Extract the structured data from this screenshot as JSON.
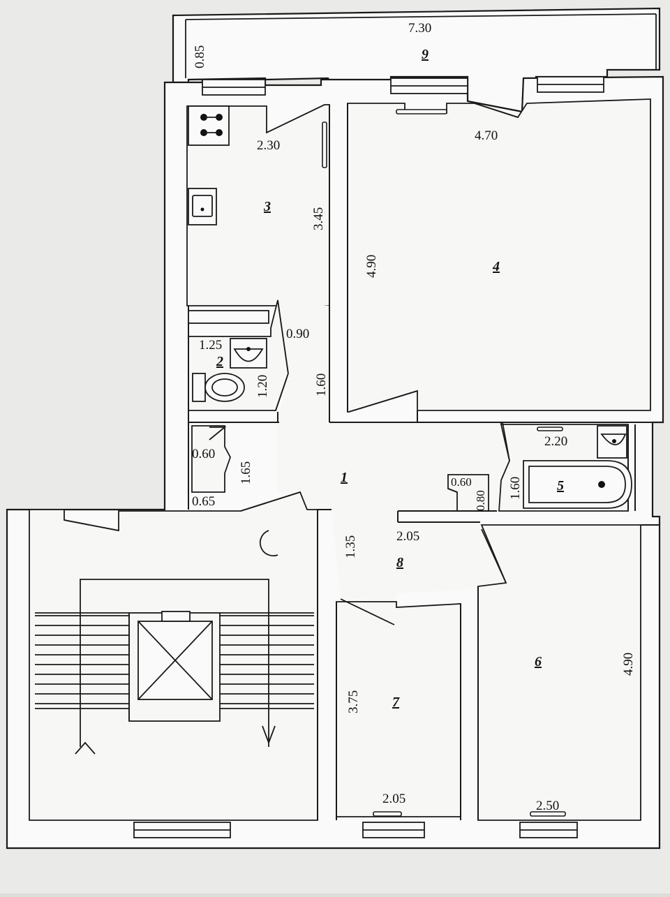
{
  "rooms": {
    "r1": "1",
    "r2": "2",
    "r3": "3",
    "r4": "4",
    "r5": "5",
    "r6": "6",
    "r7": "7",
    "r8": "8",
    "r9": "9"
  },
  "dimensions": {
    "balcony_width": "7.30",
    "balcony_depth": "0.85",
    "kitchen_width": "2.30",
    "kitchen_length": "3.45",
    "room4_width": "4.70",
    "room4_length": "4.90",
    "wc_width": "1.25",
    "wc_length": "1.20",
    "corridor_width": "0.90",
    "corridor_length": "1.60",
    "closet_width_top": "0.60",
    "closet_length": "1.65",
    "closet_width_bottom": "0.65",
    "closet2_width": "0.60",
    "closet2_length": "0.80",
    "bath_width": "2.20",
    "bath_length": "1.60",
    "hall_width": "2.05",
    "hall_length": "1.35",
    "room7_length": "3.75",
    "room7_width": "2.05",
    "room6_length": "4.90",
    "room6_width": "2.50"
  }
}
